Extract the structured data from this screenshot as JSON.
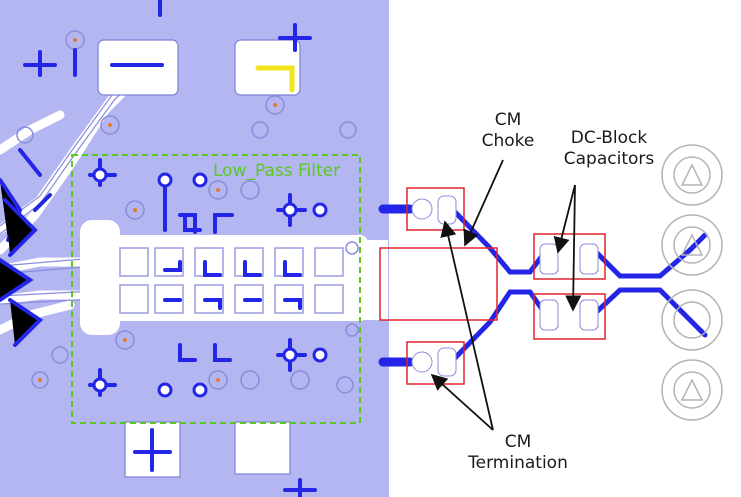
{
  "labels": {
    "low_pass_filter": "Low_Pass Filter",
    "cm_choke_line1": "CM",
    "cm_choke_line2": "Choke",
    "dc_block_line1": "DC-Block",
    "dc_block_line2": "Capacitors",
    "cm_term_line1": "CM",
    "cm_term_line2": "Termination"
  },
  "colors": {
    "ground_plane": "#b4b6f2",
    "trace": "#2326e6",
    "component_outline": "#e0242a",
    "filter_box": "#5ac81e",
    "pad_outline": "#7d7fd8",
    "pin_marker": "#e07a30",
    "yellow_trace": "#f0e41a",
    "annotation_line": "#111111"
  }
}
